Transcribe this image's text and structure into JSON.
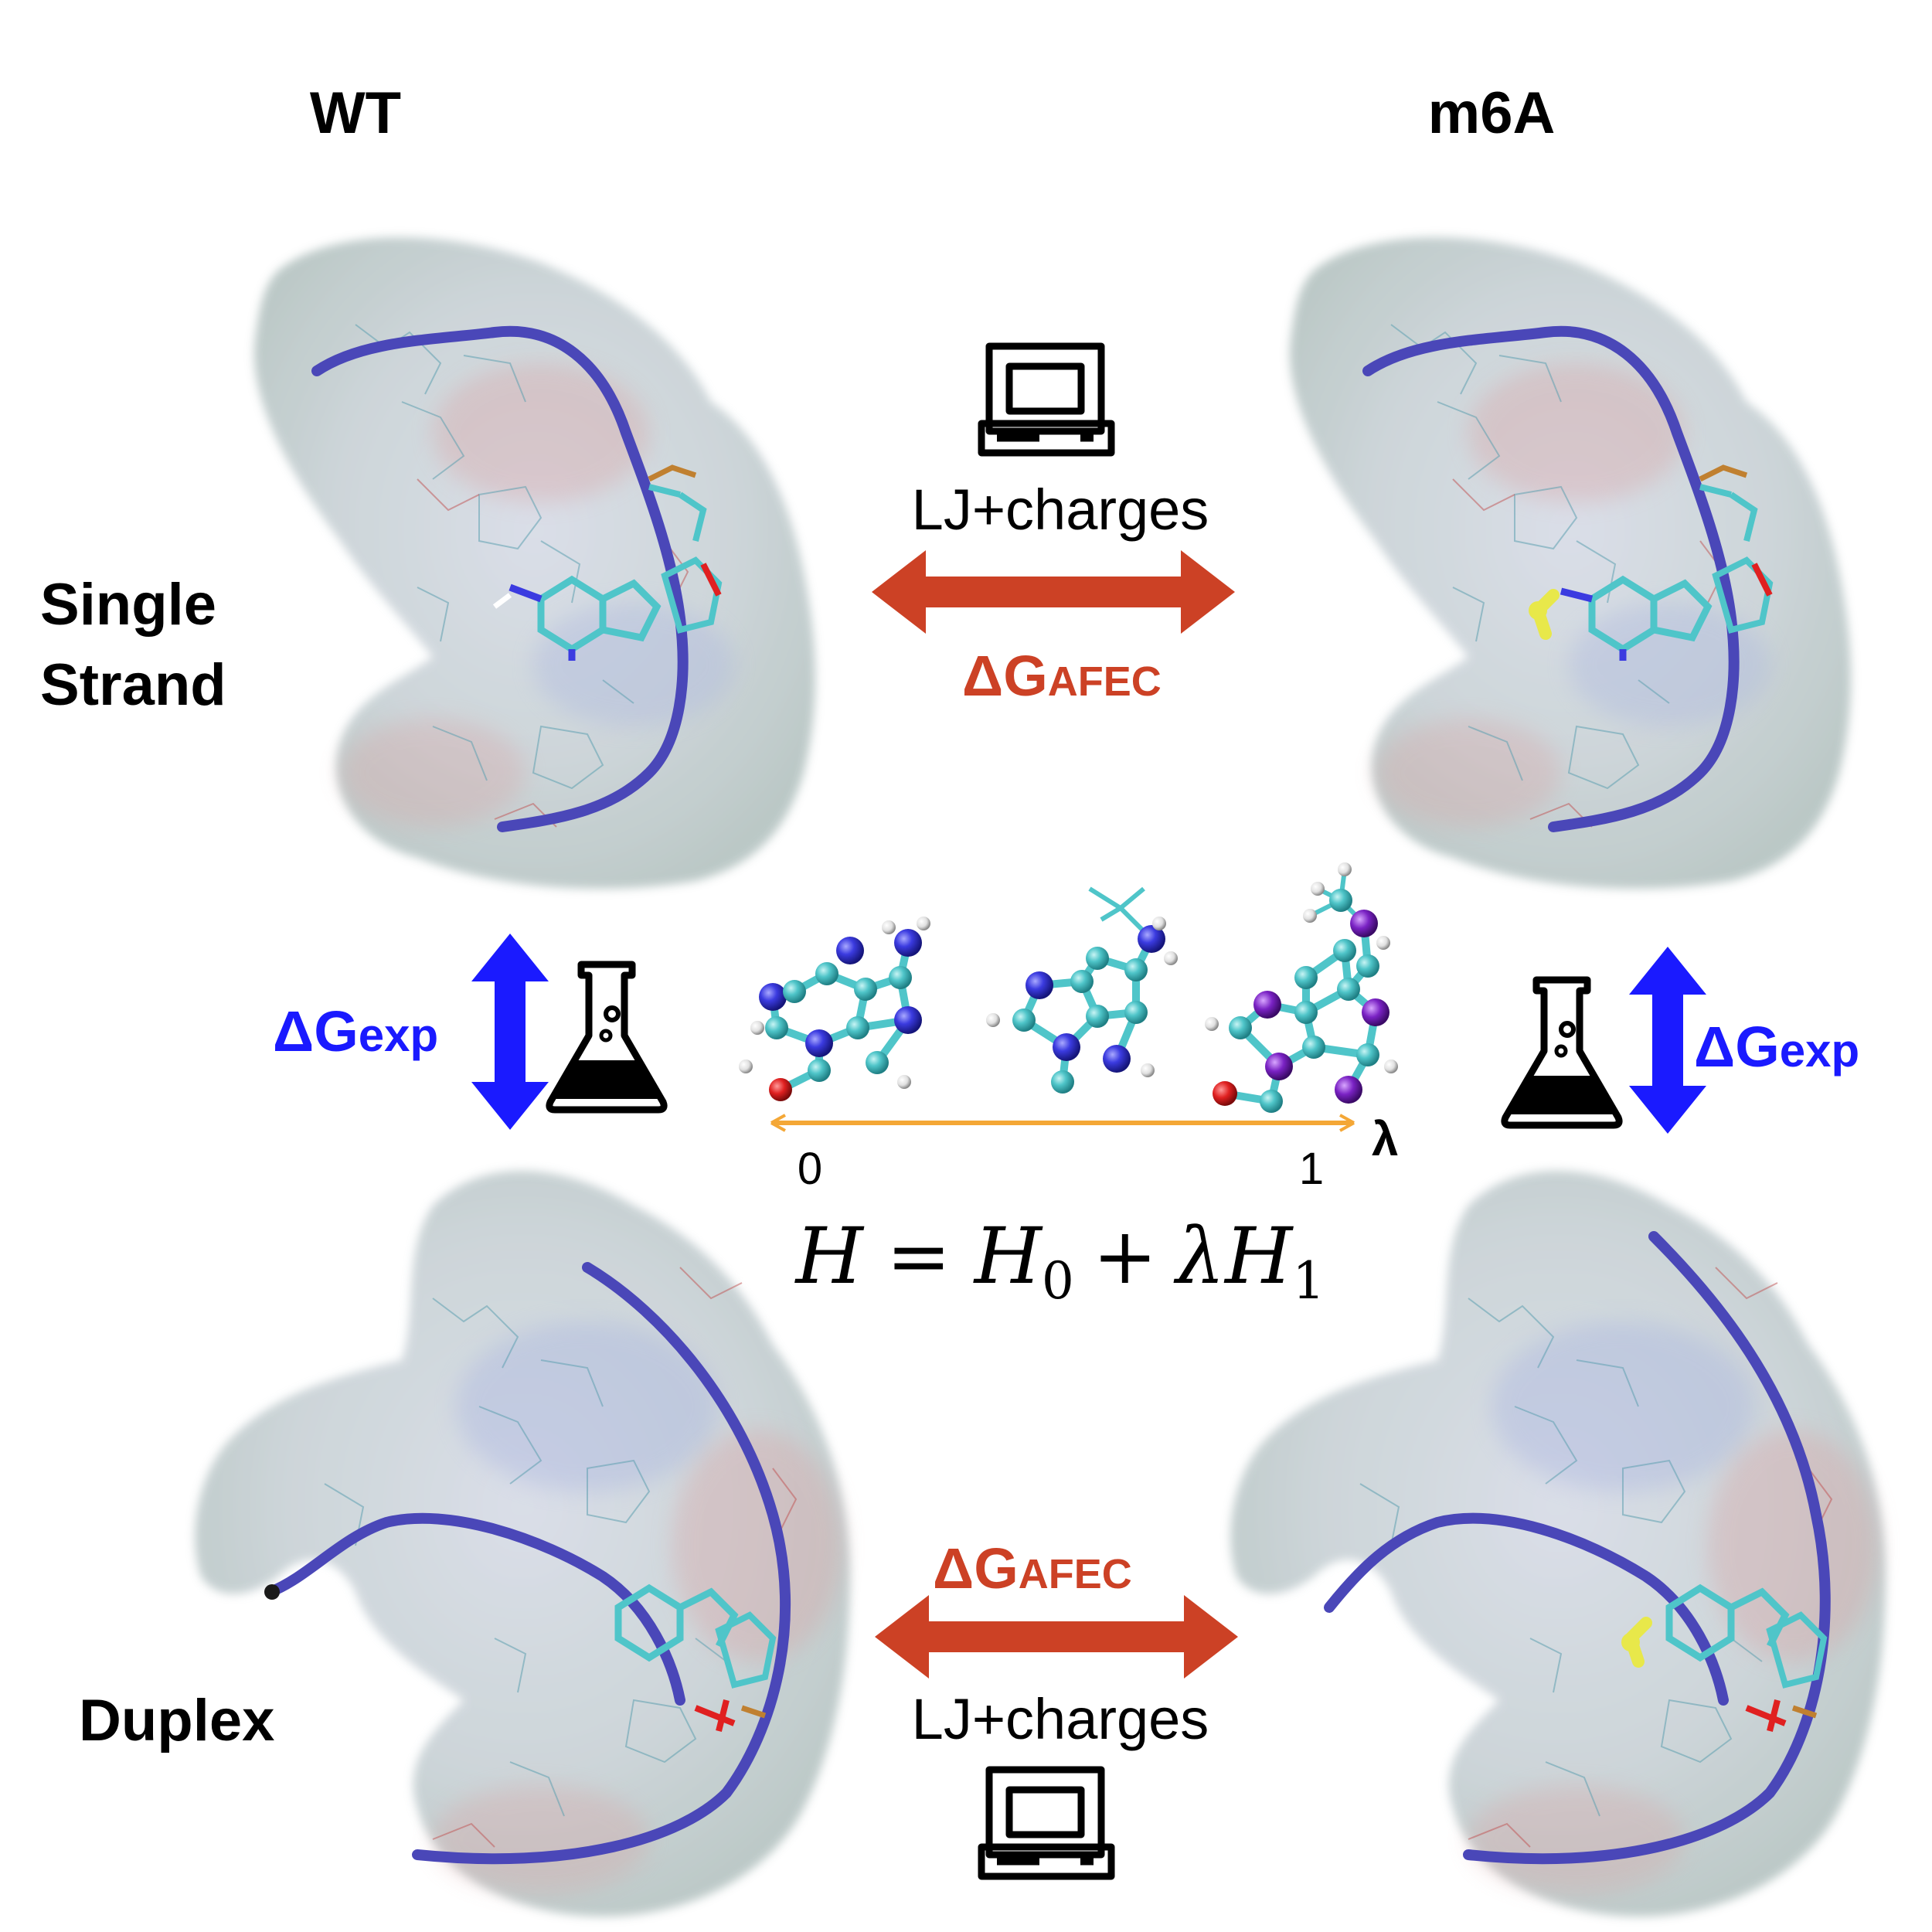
{
  "columns": {
    "left": "WT",
    "right": "m6A"
  },
  "rows": {
    "top_line1": "Single",
    "top_line2": "Strand",
    "bottom": "Duplex"
  },
  "energies": {
    "afec_delta": "ΔG",
    "afec_sub": "AFEC",
    "exp_delta": "ΔG",
    "exp_sub": "exp"
  },
  "method_label": "LJ+charges",
  "lambda": {
    "symbol": "λ",
    "start": "0",
    "end": "1"
  },
  "equation": {
    "H": "H",
    "equals": "=",
    "H0": "H",
    "sub0": "0",
    "plus": "+",
    "lambda": "λ",
    "H1": "H",
    "sub1": "1"
  },
  "icons": [
    "computer-icon",
    "flask-icon"
  ],
  "colors": {
    "afec": "#cc4125",
    "exp": "#1a1aff",
    "lambda_axis": "#f4a736",
    "backbone": "#4a47b8",
    "surface": "#c8d3d6",
    "carbon": "#4fc5c9",
    "nitrogen": "#3b3be0",
    "oxygen": "#e02020",
    "methyl": "#e8e84a",
    "phosphate": "#c08030",
    "mutant_atom": "#7a22c4"
  }
}
